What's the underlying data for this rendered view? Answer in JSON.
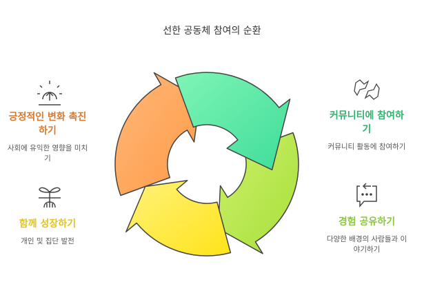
{
  "title": "선한 공동체 참여의 순환",
  "items": [
    {
      "heading": "긍정적인 변화 촉진하기",
      "desc": "사회에 유익한 영향을 미치기",
      "color": "#d9782d",
      "icon": "sunrise-icon"
    },
    {
      "heading": "함께 성장하기",
      "desc": "개인 및 집단 발전",
      "color": "#e2c41e",
      "icon": "sprout-icon"
    },
    {
      "heading": "커뮤니티에 참여하기",
      "desc": "커뮤니티 활동에 참여하기",
      "color": "#2fb36a",
      "icon": "handshake-icon"
    },
    {
      "heading": "경험 공유하기",
      "desc": "다양한 배경의 사람들과 이야기하기",
      "color": "#8cc63f",
      "icon": "chat-refresh-icon"
    }
  ],
  "arrows": [
    {
      "name": "orange",
      "from": "#ffb87a",
      "to": "#ff9a45"
    },
    {
      "name": "green",
      "from": "#7ff5b5",
      "to": "#3fdc9a"
    },
    {
      "name": "lime",
      "from": "#cdf06a",
      "to": "#a6e03a"
    },
    {
      "name": "yellow",
      "from": "#fff27a",
      "to": "#ffe31a"
    }
  ]
}
